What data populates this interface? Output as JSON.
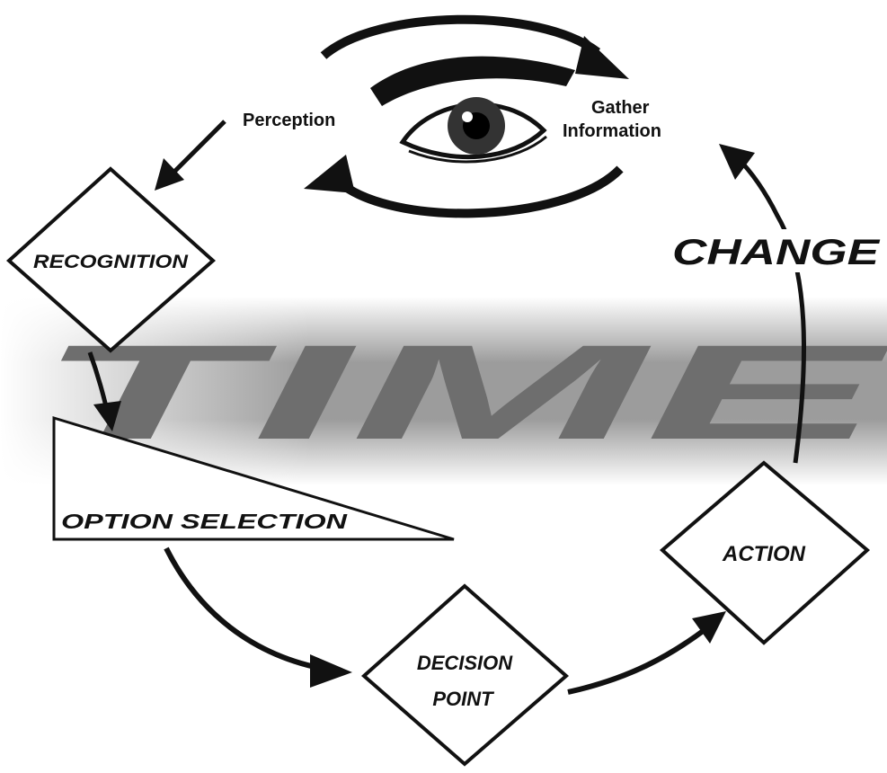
{
  "diagram": {
    "background_word": "TIME",
    "change_label": "CHANGE",
    "eye_labels": {
      "perception": "Perception",
      "gather_line1": "Gather",
      "gather_line2": "Information"
    },
    "nodes": {
      "recognition": "RECOGNITION",
      "option_selection": "OPTION SELECTION",
      "decision_line1": "DECISION",
      "decision_line2": "POINT",
      "action": "ACTION"
    },
    "colors": {
      "band_dark": "#8a8a8a",
      "band_light": "#ffffff",
      "time_text": "#6e6e6e",
      "ink": "#111111"
    }
  }
}
